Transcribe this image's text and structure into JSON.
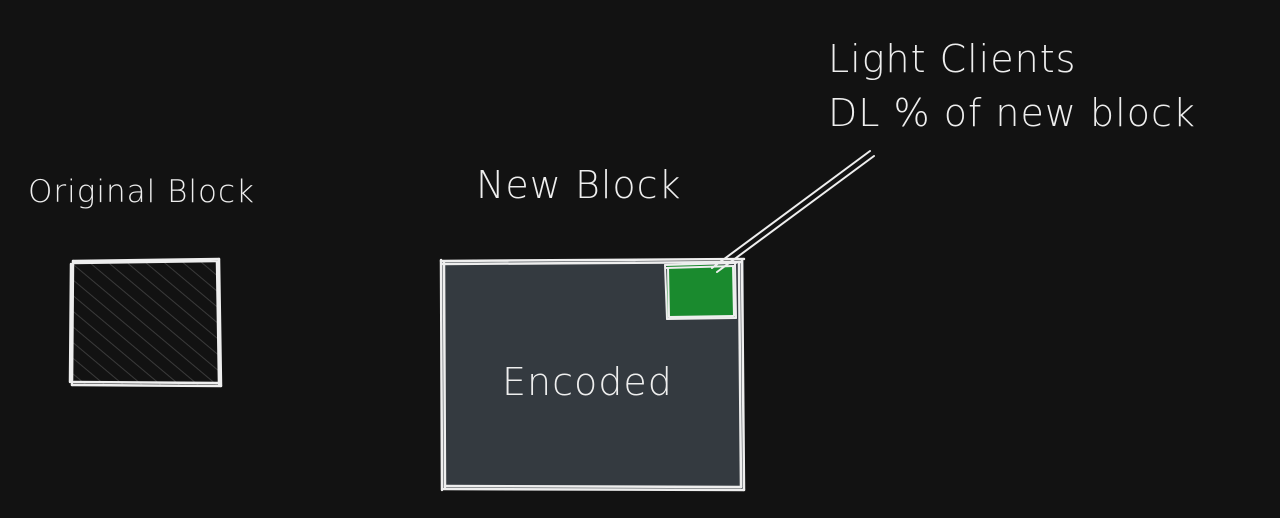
{
  "labels": {
    "original_block": "Original Block",
    "new_block": "New Block",
    "encoded": "Encoded",
    "light_clients_line1": "Light Clients",
    "light_clients_line2": "DL % of new block"
  },
  "colors": {
    "background": "#121212",
    "stroke": "#eeeeee",
    "encoded_fill": "#343a40",
    "sample_fill": "#1a8a2e",
    "hatch": "#3a3a3a"
  }
}
